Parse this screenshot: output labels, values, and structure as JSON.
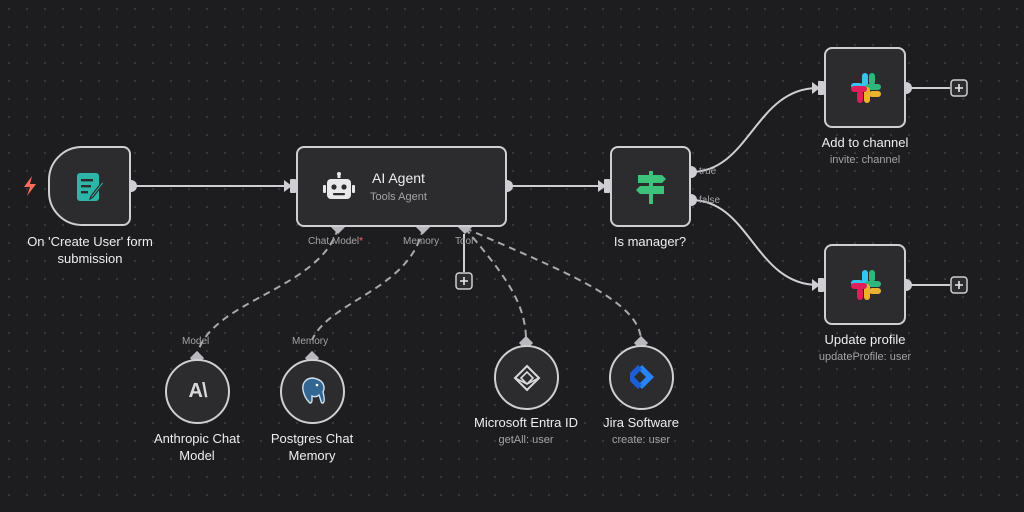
{
  "trigger": {
    "title": "On 'Create User' form submission",
    "title_line1": "On 'Create User' form",
    "title_line2": "submission",
    "icon": "form-icon"
  },
  "agent": {
    "title": "AI Agent",
    "subtitle": "Tools Agent",
    "icon": "robot-icon",
    "ports": {
      "chat_model": "Chat Model",
      "required_mark": "*",
      "memory": "Memory",
      "tool": "Tool"
    }
  },
  "condition": {
    "title": "Is manager?",
    "true_label": "true",
    "false_label": "false",
    "icon": "signpost-icon"
  },
  "slack_add": {
    "title": "Add to channel",
    "subtitle": "invite: channel",
    "icon": "slack-icon"
  },
  "slack_update": {
    "title": "Update profile",
    "subtitle": "updateProfile: user",
    "icon": "slack-icon"
  },
  "anthropic": {
    "port_label": "Model",
    "title_line1": "Anthropic Chat",
    "title_line2": "Model",
    "icon": "anthropic-icon"
  },
  "postgres": {
    "port_label": "Memory",
    "title_line1": "Postgres Chat",
    "title_line2": "Memory",
    "icon": "postgres-elephant-icon"
  },
  "entra": {
    "title": "Microsoft Entra ID",
    "subtitle": "getAll: user",
    "icon": "entra-icon"
  },
  "jira": {
    "title": "Jira Software",
    "subtitle": "create: user",
    "icon": "jira-icon"
  },
  "colors": {
    "background": "#1d1d1f",
    "node_fill": "#2c2c2e",
    "node_border": "#cfcfd3",
    "connection": "#cfcfd3",
    "trigger_bolt": "#ff6d5a",
    "form_icon": "#2db6a8",
    "signpost_icon": "#3cc27a",
    "jira_blue": "#2684ff"
  }
}
